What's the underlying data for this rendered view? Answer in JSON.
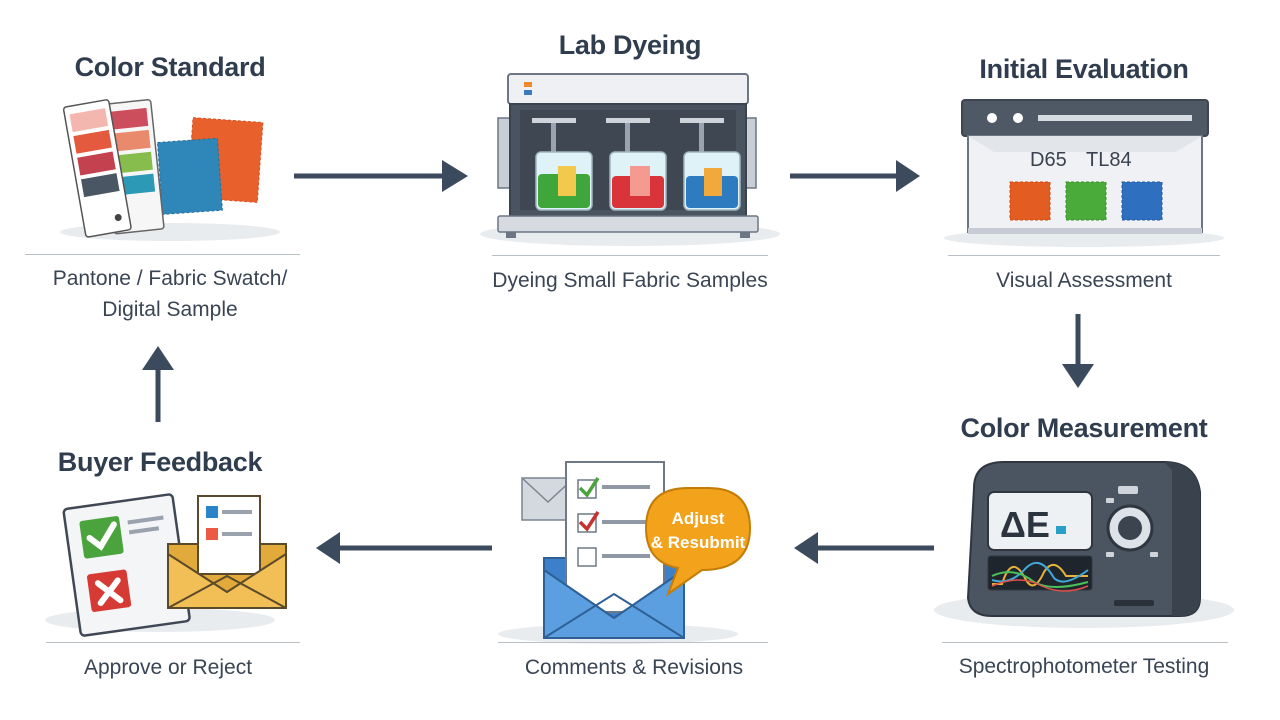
{
  "stages": {
    "color_standard": {
      "title": "Color Standard",
      "caption_line1": "Pantone / Fabric Swatch/",
      "caption_line2": "Digital Sample"
    },
    "lab_dyeing": {
      "title": "Lab Dyeing",
      "caption": "Dyeing Small Fabric Samples"
    },
    "initial_evaluation": {
      "title": "Initial Evaluation",
      "caption": "Visual Assessment",
      "light_source_1": "D65",
      "light_source_2": "TL84"
    },
    "color_measurement": {
      "title": "Color Measurement",
      "caption": "Spectrophotometer Testing",
      "screen_label": "ΔE"
    },
    "comments_revisions": {
      "caption": "Comments & Revisions",
      "bubble_line1": "Adjust",
      "bubble_line2": "& Resubmit"
    },
    "buyer_feedback": {
      "title": "Buyer Feedback",
      "caption": "Approve or Reject"
    }
  },
  "colors": {
    "arrow": "#3b4a5c",
    "title": "#2f3d4e",
    "bubble": "#f2a21b"
  }
}
